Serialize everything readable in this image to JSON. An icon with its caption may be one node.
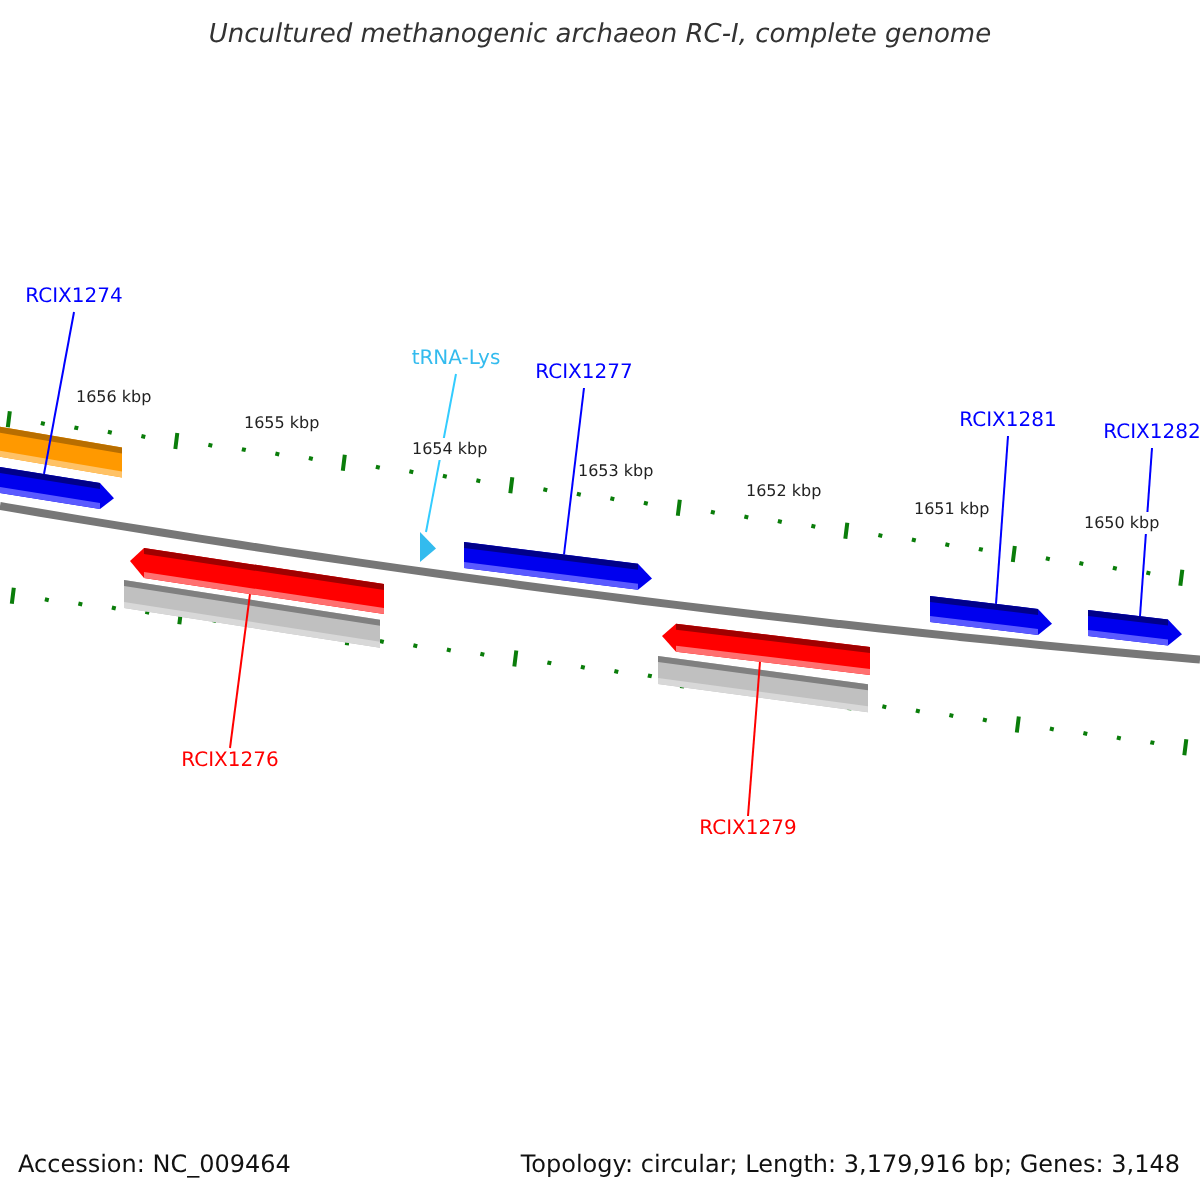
{
  "diagram": {
    "title": "Uncultured methanogenic archaeon RC-I, complete genome",
    "nodes": [
      {
        "text": [
          "RCIX1274"
        ]
      },
      {
        "text": [
          "tRNA-Lys"
        ]
      },
      {
        "text": [
          "RCIX1277"
        ]
      },
      {
        "text": [
          "RCIX1281"
        ]
      },
      {
        "text": [
          "RCIX1282"
        ]
      },
      {
        "text": [],
        "shape": "bar"
      },
      {
        "text": [],
        "shape": "triangle"
      },
      {
        "text": [],
        "shape": "bar"
      },
      {
        "text": [],
        "shape": "bar"
      },
      {
        "text": [],
        "shape": "bar"
      },
      {
        "text": [],
        "shape": "bar"
      },
      {
        "text": [],
        "shape": "bar"
      },
      {
        "text": [
          "RCIX1276"
        ]
      },
      {
        "text": [
          "RCIX1279"
        ]
      }
    ],
    "edges": [
      {
        "from": 0,
        "to": 5,
        "arrow": "none"
      },
      {
        "from": 1,
        "to": 6,
        "arrow": "none",
        "color": "#33ccff"
      },
      {
        "from": 2,
        "to": 7,
        "arrow": "none"
      },
      {
        "from": 3,
        "to": 8,
        "arrow": "none"
      },
      {
        "from": 4,
        "to": 9,
        "arrow": "none"
      },
      {
        "from": 12,
        "to": 10,
        "arrow": "none",
        "color": "#ff0000"
      },
      {
        "from": 13,
        "to": 11,
        "arrow": "none",
        "color": "#ff0000"
      }
    ],
    "labels": [
      "1656 kbp",
      "1655 kbp",
      "1654 kbp",
      "1653 kbp",
      "1652 kbp",
      "1651 kbp",
      "1650 kbp",
      "Accession: NC_009464",
      "Topology: circular; Length: 3,179,916 bp; Genes: 3,148"
    ]
  }
}
